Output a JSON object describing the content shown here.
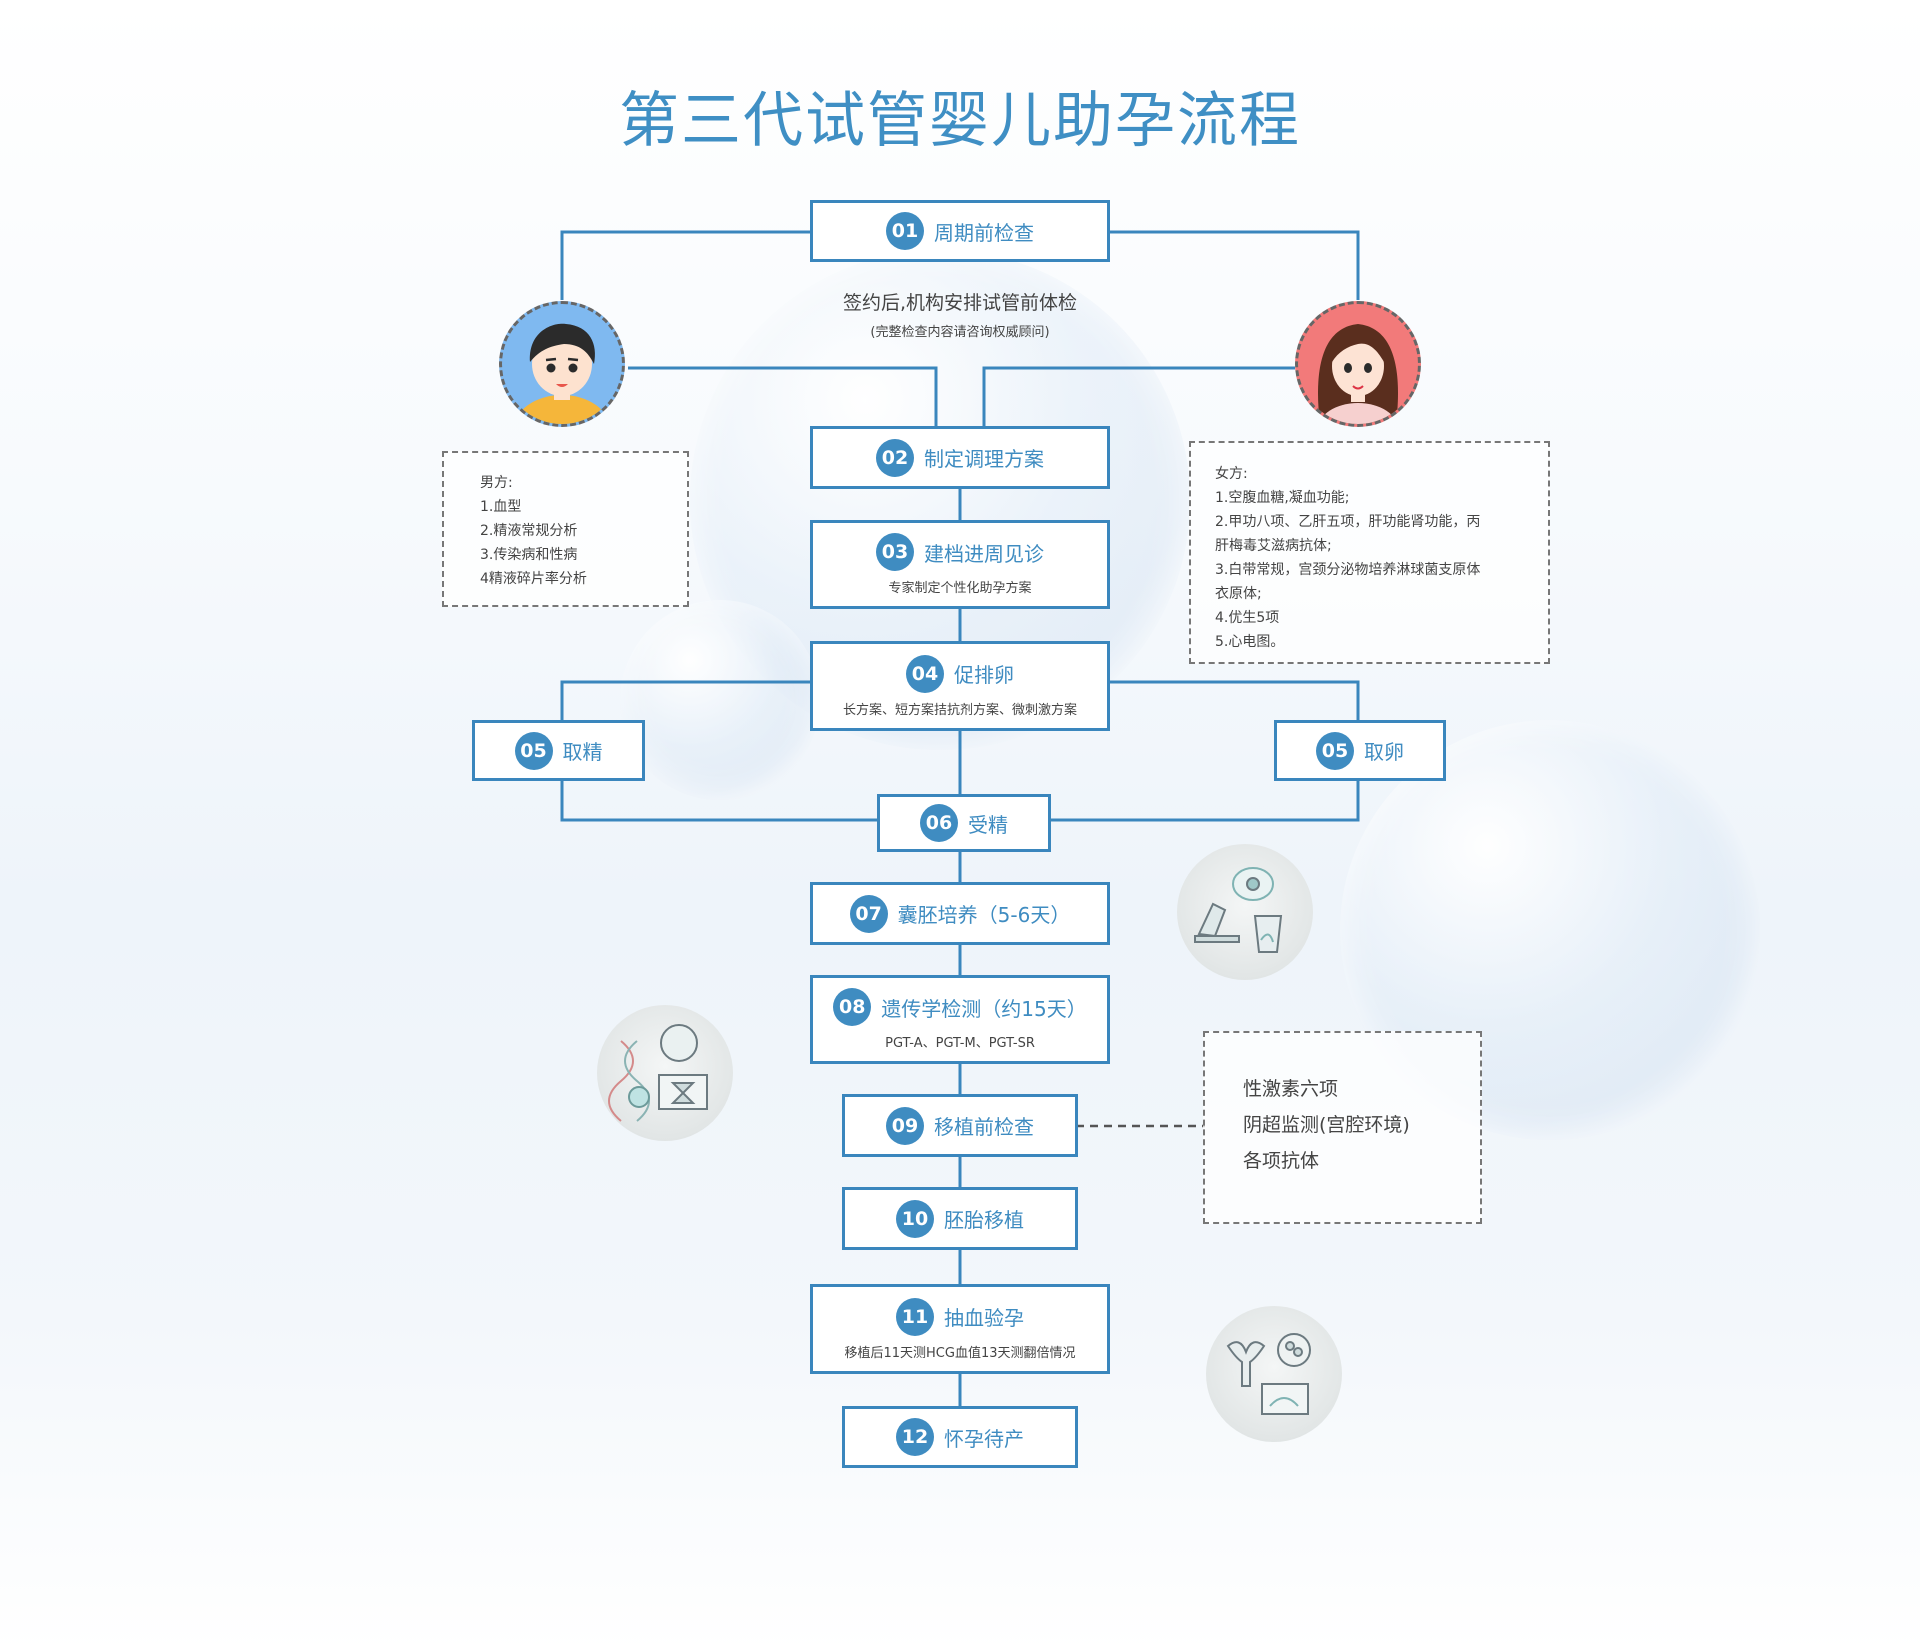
{
  "title": "第三代试管婴儿助孕流程",
  "colors": {
    "accent": "#3a86bd",
    "male_avatar_bg": "#7fb9f0",
    "female_avatar_bg": "#f27a7a"
  },
  "steps": {
    "s01": {
      "num": "01",
      "label": "周期前检查"
    },
    "s02": {
      "num": "02",
      "label": "制定调理方案"
    },
    "s03": {
      "num": "03",
      "label": "建档进周见诊",
      "sub": "专家制定个性化助孕方案"
    },
    "s04": {
      "num": "04",
      "label": "促排卵",
      "sub": "长方案、短方案拮抗剂方案、微刺激方案"
    },
    "s05a": {
      "num": "05",
      "label": "取精"
    },
    "s05b": {
      "num": "05",
      "label": "取卵"
    },
    "s06": {
      "num": "06",
      "label": "受精"
    },
    "s07": {
      "num": "07",
      "label": "囊胚培养（5-6天）"
    },
    "s08": {
      "num": "08",
      "label": "遗传学检测（约15天）",
      "sub": "PGT-A、PGT-M、PGT-SR"
    },
    "s09": {
      "num": "09",
      "label": "移植前检查"
    },
    "s10": {
      "num": "10",
      "label": "胚胎移植"
    },
    "s11": {
      "num": "11",
      "label": "抽血验孕",
      "sub": "移植后11天测HCG血值13天测翻倍情况"
    },
    "s12": {
      "num": "12",
      "label": "怀孕待产"
    }
  },
  "pre_check_note": {
    "main": "签约后,机构安排试管前体检",
    "sub": "(完整检查内容请咨询权威顾问)"
  },
  "male_box": {
    "items": [
      "男方:",
      "1.血型",
      "2.精液常规分析",
      "3.传染病和性病",
      "4精液碎片率分析"
    ]
  },
  "female_box": {
    "items": [
      "女方:",
      "1.空腹血糖,凝血功能;",
      "2.甲功八项、乙肝五项，肝功能肾功能，丙",
      "肝梅毒艾滋病抗体;",
      "3.白带常规，宫颈分泌物培养淋球菌支原体",
      "衣原体;",
      "4.优生5项",
      "5.心电图。"
    ]
  },
  "transfer_box": {
    "items": [
      "性激素六项",
      "阴超监测(宫腔环境)",
      "各项抗体"
    ]
  },
  "icons": [
    "male-avatar-icon",
    "female-avatar-icon",
    "lab-equipment-icon",
    "dna-monitor-icon",
    "uterus-embryo-icon"
  ]
}
